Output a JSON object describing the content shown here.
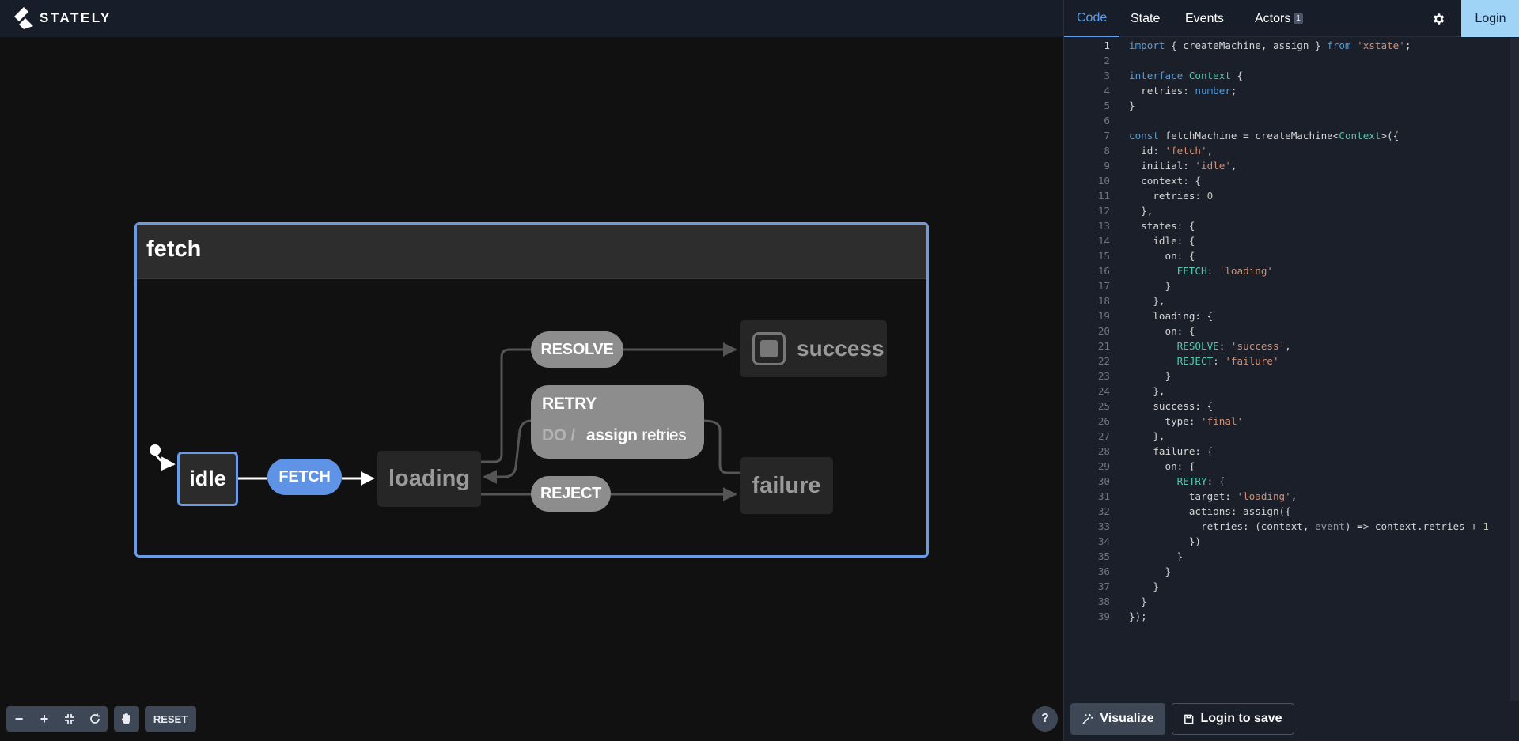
{
  "app": {
    "logo_text": "STATELY"
  },
  "machine": {
    "title": "fetch",
    "states": {
      "idle": "idle",
      "loading": "loading",
      "success": "success",
      "failure": "failure"
    },
    "events": {
      "fetch": "FETCH",
      "resolve": "RESOLVE",
      "reject": "REJECT",
      "retry": "RETRY",
      "retry_do": "DO /",
      "retry_action": "assign",
      "retry_context": "retries"
    }
  },
  "canvas_controls": {
    "zoom_out": "−",
    "zoom_in": "+",
    "reset": "RESET",
    "help": "?",
    "icons": [
      "minus-icon",
      "plus-icon",
      "fit-view-icon",
      "rotate-icon",
      "hand-pan-icon"
    ]
  },
  "panel": {
    "tabs": [
      "Code",
      "State",
      "Events",
      "Actors"
    ],
    "actors_count": "1",
    "login": "Login",
    "visualize": "Visualize",
    "login_to_save": "Login to save"
  },
  "editor": {
    "lines": [
      "import { createMachine, assign } from 'xstate';",
      "",
      "interface Context {",
      "  retries: number;",
      "}",
      "",
      "const fetchMachine = createMachine<Context>({",
      "  id: 'fetch',",
      "  initial: 'idle',",
      "  context: {",
      "    retries: 0",
      "  },",
      "  states: {",
      "    idle: {",
      "      on: {",
      "        FETCH: 'loading'",
      "      }",
      "    },",
      "    loading: {",
      "      on: {",
      "        RESOLVE: 'success',",
      "        REJECT: 'failure'",
      "      }",
      "    },",
      "    success: {",
      "      type: 'final'",
      "    },",
      "    failure: {",
      "      on: {",
      "        RETRY: {",
      "          target: 'loading',",
      "          actions: assign({",
      "            retries: (context, event) => context.retries + 1",
      "          })",
      "        }",
      "      }",
      "    }",
      "  }",
      "});"
    ]
  },
  "colors": {
    "accent": "#5f93e6",
    "login_button": "#9fd4f7",
    "inactive_event": "#8d8d8d"
  }
}
